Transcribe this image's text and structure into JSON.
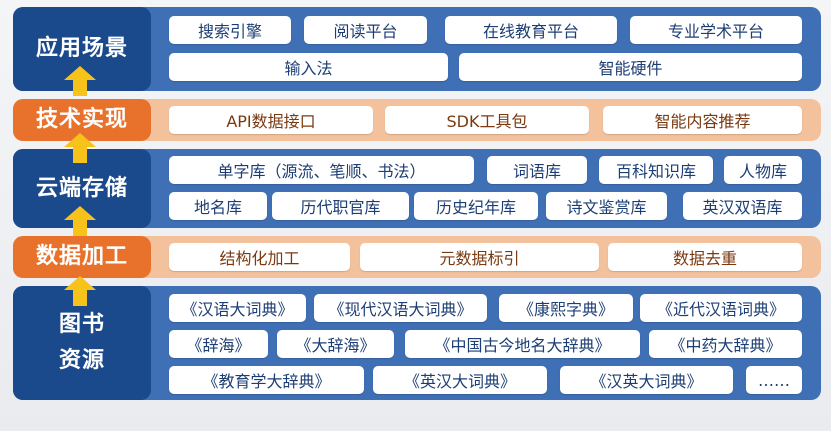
{
  "layers": {
    "application": {
      "label": "应用场景",
      "items": [
        "搜索引擎",
        "阅读平台",
        "在线教育平台",
        "专业学术平台",
        "输入法",
        "智能硬件"
      ]
    },
    "tech": {
      "label": "技术实现",
      "items": [
        "API数据接口",
        "SDK工具包",
        "智能内容推荐"
      ]
    },
    "cloud": {
      "label": "云端存储",
      "items": [
        "单字库（源流、笔顺、书法）",
        "词语库",
        "百科知识库",
        "人物库",
        "地名库",
        "历代职官库",
        "历史纪年库",
        "诗文鉴赏库",
        "英汉双语库"
      ]
    },
    "processing": {
      "label": "数据加工",
      "items": [
        "结构化加工",
        "元数据标引",
        "数据去重"
      ]
    },
    "books": {
      "label_line1": "图书",
      "label_line2": "资源",
      "items": [
        "《汉语大词典》",
        "《现代汉语大词典》",
        "《康熙字典》",
        "《近代汉语词典》",
        "《辞海》",
        "《大辞海》",
        "《中国古今地名大辞典》",
        "《中药大辞典》",
        "《教育学大辞典》",
        "《英汉大词典》",
        "《汉英大词典》",
        "……"
      ]
    }
  },
  "colors": {
    "band_blue": "#3f6fb5",
    "label_blue": "#1b4a8c",
    "band_orange": "#f3c29d",
    "label_orange": "#e8722c",
    "arrow_yellow": "#f7c21a"
  }
}
